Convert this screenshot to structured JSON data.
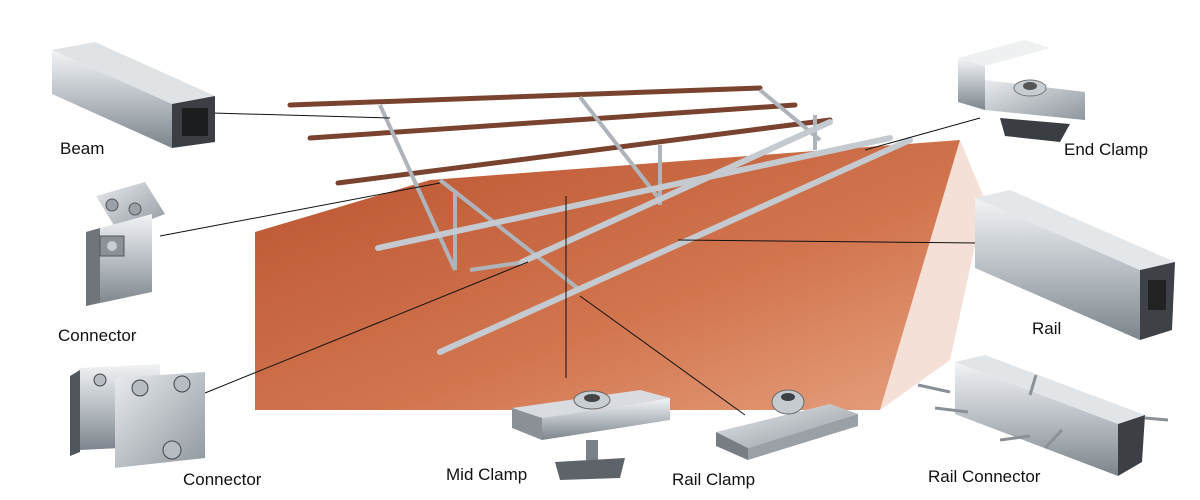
{
  "colors": {
    "roof": "#c8643e",
    "roof_side": "#b25232",
    "beam": "#8a4a36",
    "rail": "#c9ced3",
    "leader_line": "#111111",
    "label_text": "#111111"
  },
  "labels": {
    "beam": "Beam",
    "connector_top": "Connector",
    "connector_bottom": "Connector",
    "end_clamp": "End Clamp",
    "rail": "Rail",
    "mid_clamp": "Mid Clamp",
    "rail_clamp": "Rail Clamp",
    "rail_connector": "Rail Connector"
  },
  "components": [
    {
      "id": "beam",
      "icon": "beam-profile-icon"
    },
    {
      "id": "connector_top",
      "icon": "angle-connector-icon"
    },
    {
      "id": "connector_bottom",
      "icon": "cross-connector-icon"
    },
    {
      "id": "end_clamp",
      "icon": "end-clamp-icon"
    },
    {
      "id": "rail",
      "icon": "rail-profile-icon"
    },
    {
      "id": "mid_clamp",
      "icon": "mid-clamp-icon"
    },
    {
      "id": "rail_clamp",
      "icon": "rail-clamp-icon"
    },
    {
      "id": "rail_connector",
      "icon": "rail-connector-icon"
    }
  ]
}
